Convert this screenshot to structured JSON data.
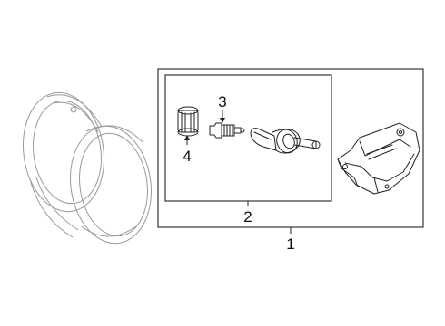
{
  "callouts": {
    "outer_assembly": "1",
    "inner_kit": "2",
    "valve_core": "3",
    "valve_cap": "4"
  },
  "icons": {
    "wheel": "wheel-rim-icon",
    "cap": "valve-cap-icon",
    "core": "valve-core-icon",
    "stem": "valve-stem-icon",
    "sensor": "tpms-sensor-icon"
  }
}
